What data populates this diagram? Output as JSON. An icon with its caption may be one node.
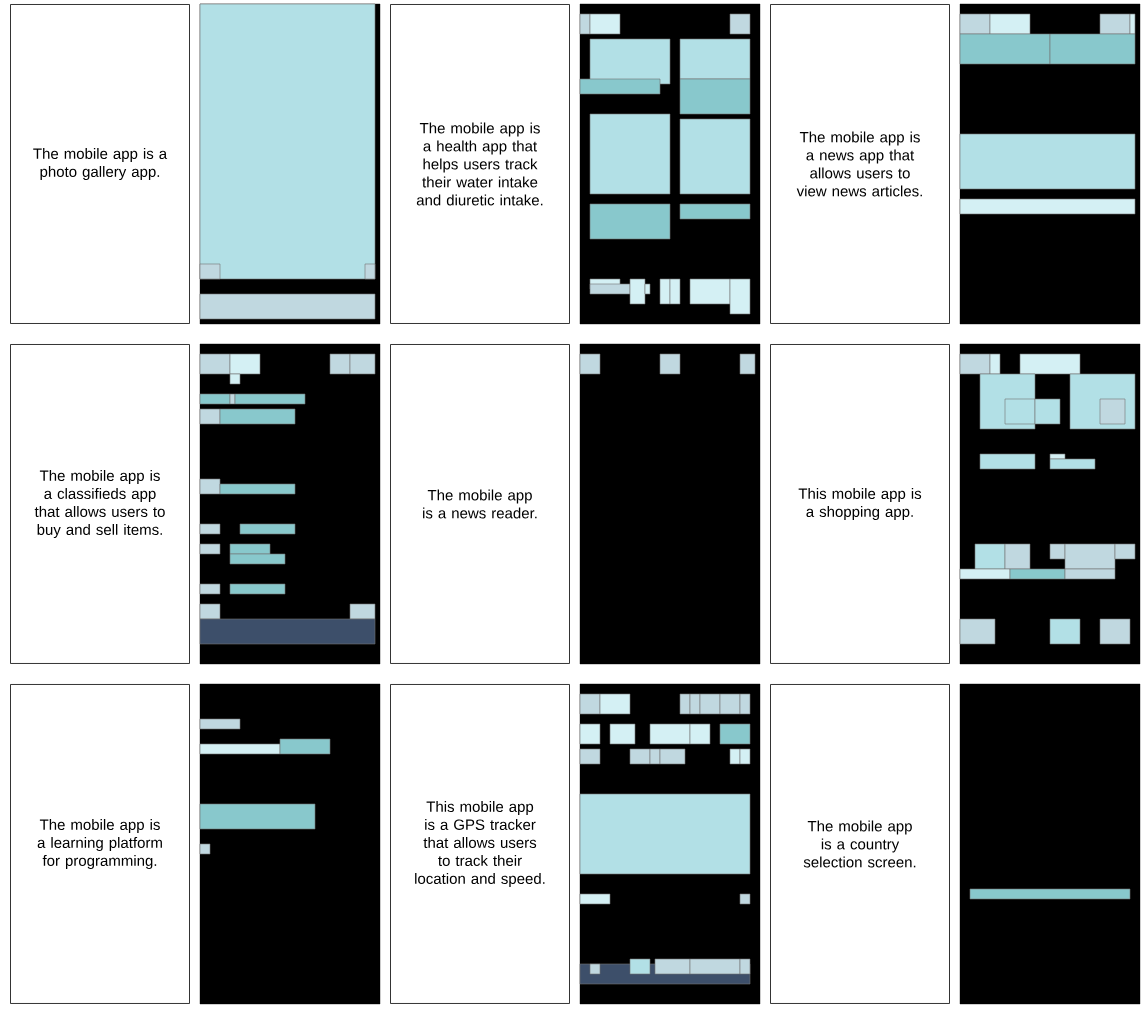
{
  "diagram": {
    "nodes": [
      {
        "text": [
          "The mobile app is a photo gallery app."
        ]
      },
      {
        "text": [],
        "shape": "picture"
      },
      {
        "text": [
          "The mobile app is a health app that helps users track their water intake and diuretic intake."
        ]
      },
      {
        "text": [],
        "shape": "picture"
      },
      {
        "text": [
          "The mobile app is a news app that allows users to view news articles."
        ]
      },
      {
        "text": [],
        "shape": "picture"
      },
      {
        "text": [
          "The mobile app is a classifieds app that allows users to buy and sell items."
        ]
      },
      {
        "text": [],
        "shape": "picture"
      },
      {
        "text": [
          "The mobile app is a news reader."
        ]
      },
      {
        "text": [],
        "shape": "picture"
      },
      {
        "text": [
          "This mobile app is a shopping app."
        ]
      },
      {
        "text": [],
        "shape": "picture"
      },
      {
        "text": [
          "The mobile app is a learning platform for programming."
        ]
      },
      {
        "text": [],
        "shape": "picture"
      },
      {
        "text": [
          "This mobile app is a GPS tracker that allows users to track their location and speed."
        ]
      },
      {
        "text": [],
        "shape": "picture"
      },
      {
        "text": [
          "The mobile app is a country selection screen."
        ]
      },
      {
        "text": [],
        "shape": "picture"
      }
    ]
  }
}
